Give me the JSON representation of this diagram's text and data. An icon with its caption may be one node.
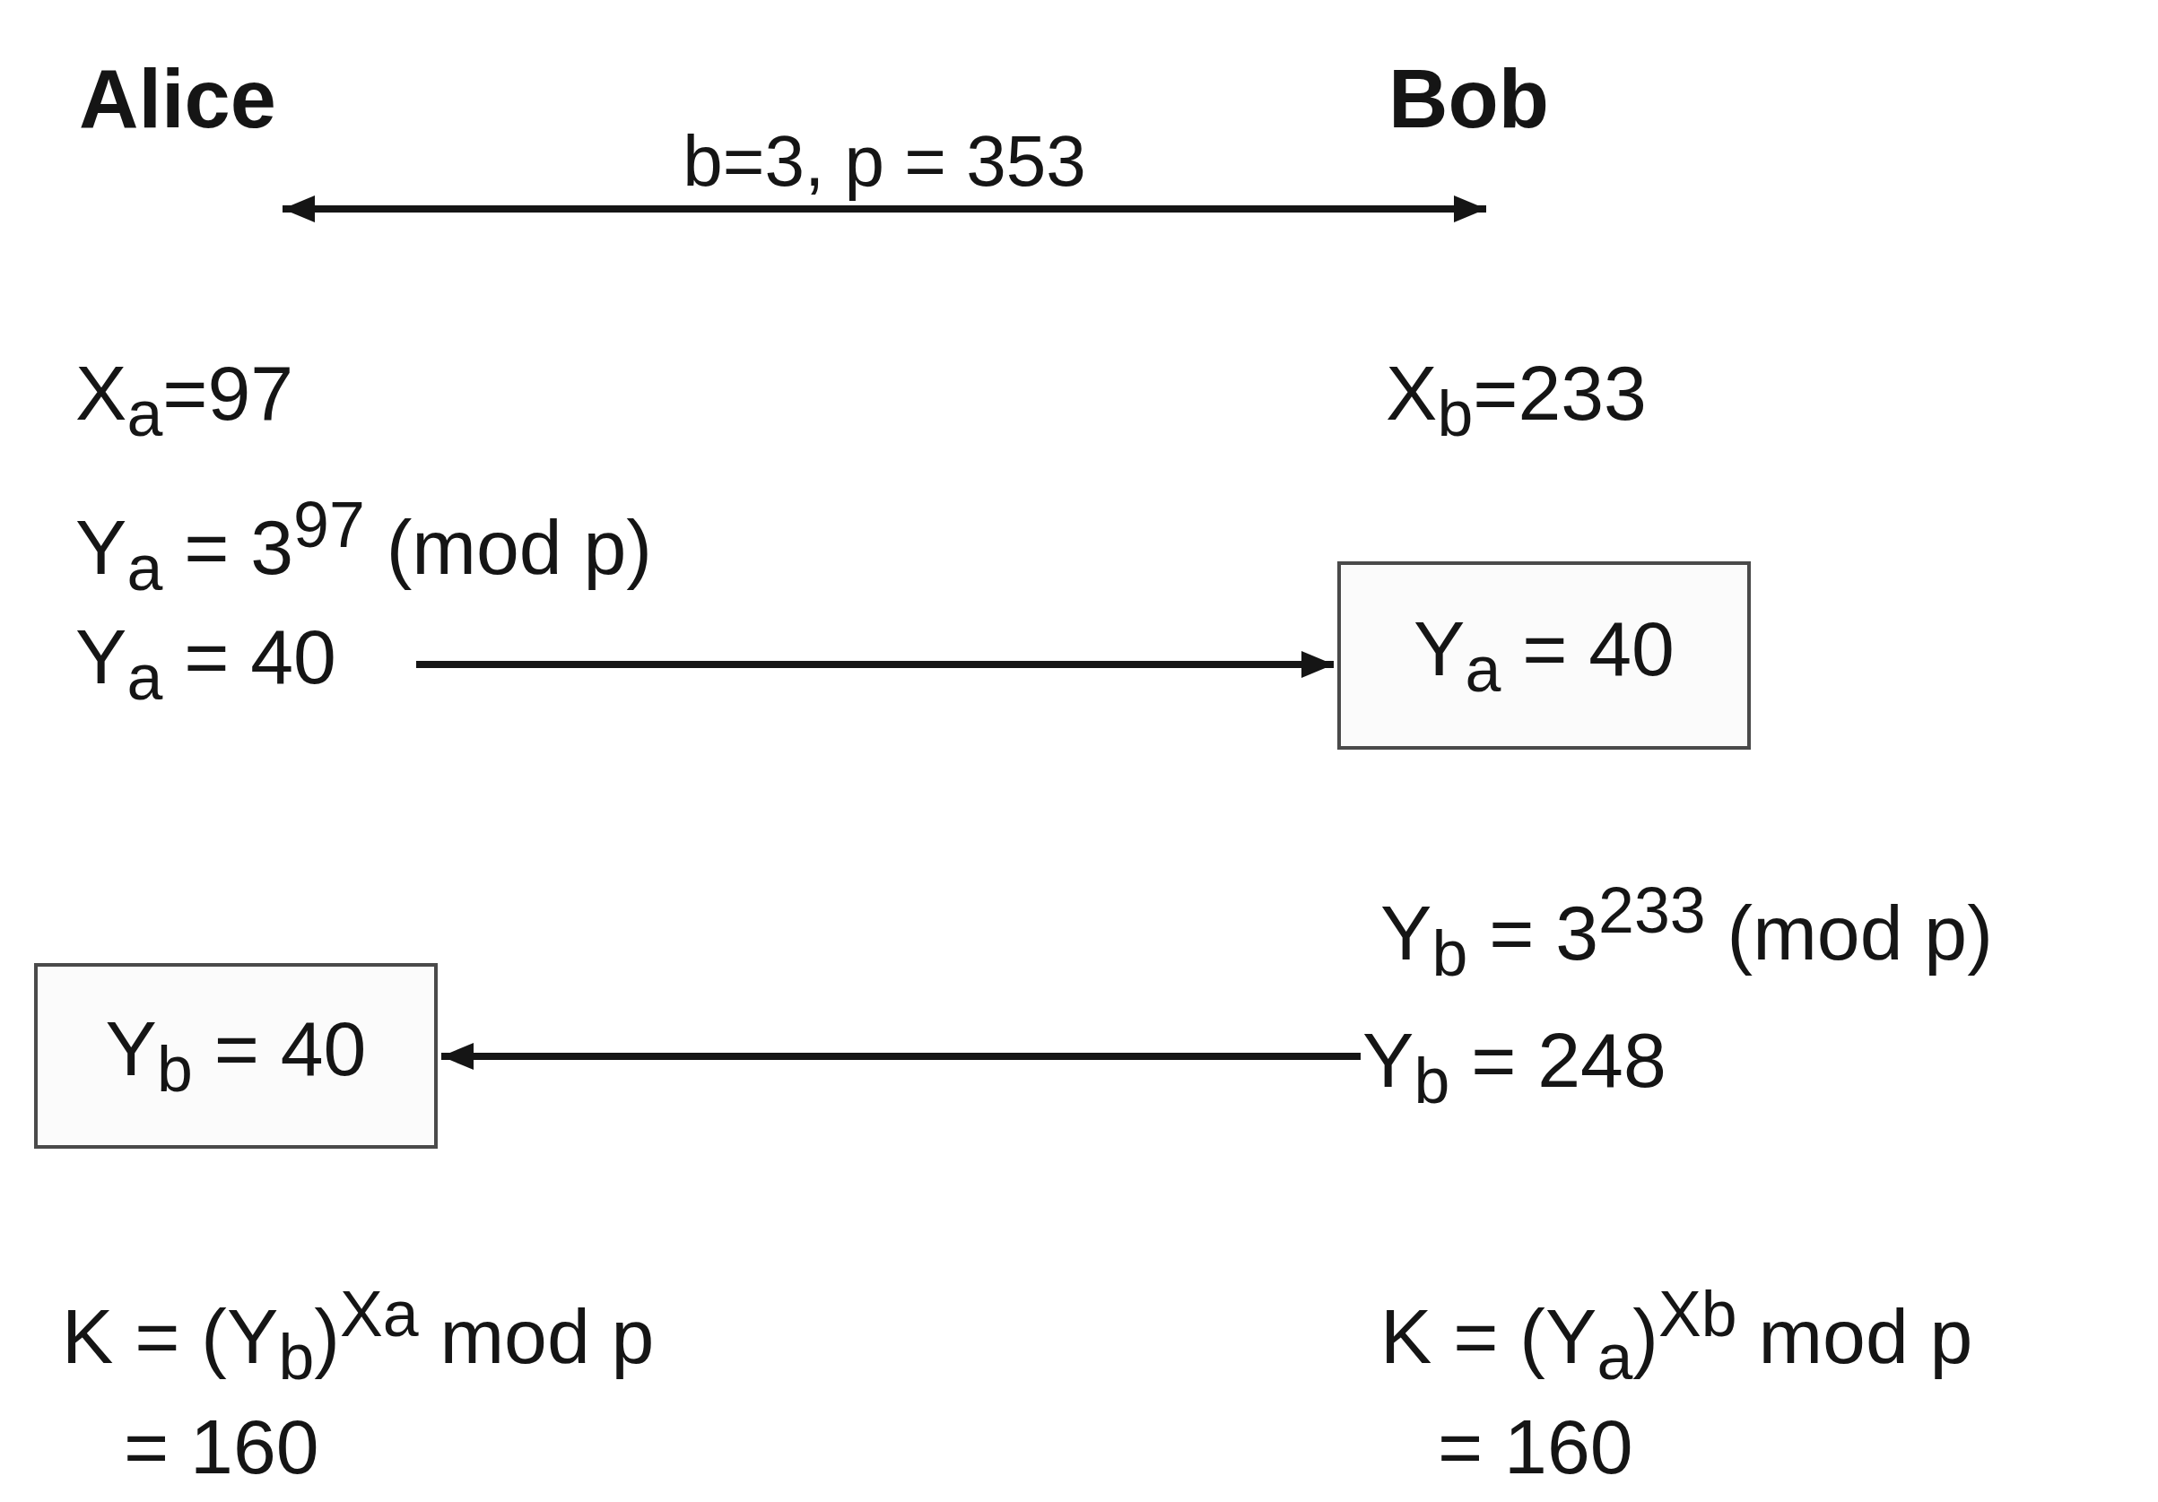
{
  "diagram": {
    "nodes": [
      {
        "text": [
          "Alice"
        ]
      },
      {
        "text": [
          "Bob"
        ]
      },
      {
        "text": [
          "Y$_{a}$ = 40"
        ]
      },
      {
        "text": [
          "Y$_{a}$ = 40"
        ]
      },
      {
        "text": [
          "Y$_{b}$ = 248"
        ]
      },
      {
        "text": [
          "Y$_{b}$ = 40"
        ]
      }
    ],
    "edges": [
      {
        "from": 0,
        "to": 1,
        "arrow": "both",
        "label": "b=3, p = 353"
      },
      {
        "from": 2,
        "to": 3,
        "arrow": "to"
      },
      {
        "from": 4,
        "to": 5,
        "arrow": "to"
      }
    ],
    "labels": [
      "X$_{a}$=97",
      "X$_{b}$=233",
      "Y$_{a}$ = 3$^{97}$ (mod p)",
      "Y$_{b}$ = 3$^{233}$ (mod p)",
      "K = (Y$_{b}$)$^{Xa}$ mod p",
      "= 160",
      "K = (Y$_{a}$)$^{Xb}$ mod p",
      "= 160"
    ]
  }
}
